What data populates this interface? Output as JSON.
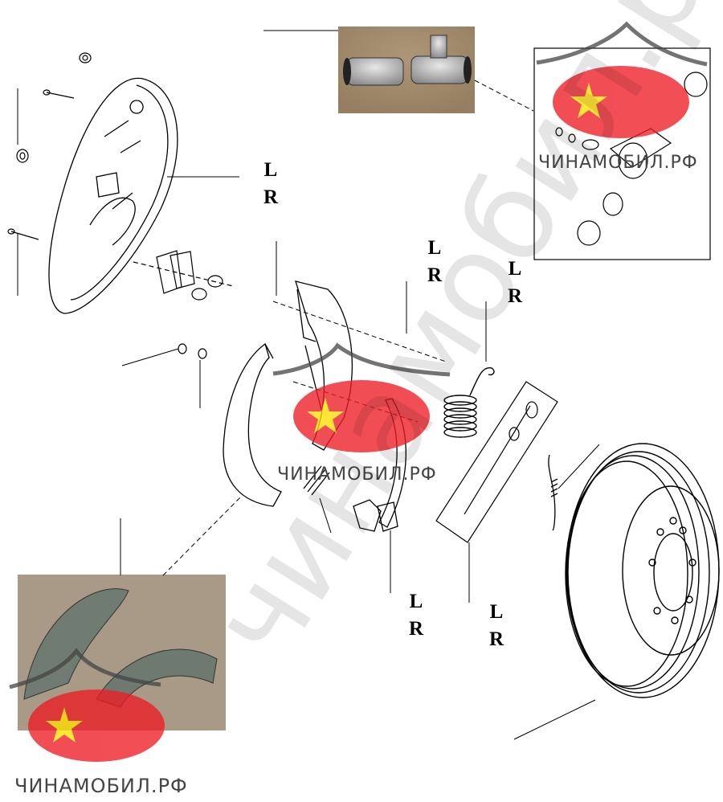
{
  "callouts": [
    {
      "id": "backing-plate",
      "l": "L",
      "r": "R"
    },
    {
      "id": "shoe-spring",
      "l": "L",
      "r": "R"
    },
    {
      "id": "retainer-spring",
      "l": "L",
      "r": "R"
    },
    {
      "id": "lower-lever",
      "l": "L",
      "r": "R"
    },
    {
      "id": "adjuster",
      "l": "L",
      "r": "R"
    }
  ],
  "watermark": {
    "site": "ЧИНАМОБИЛ.РФ",
    "big": "чинамобил.рф",
    "flag_colors": {
      "red": "#ee1c25",
      "star": "#ffde00"
    }
  }
}
